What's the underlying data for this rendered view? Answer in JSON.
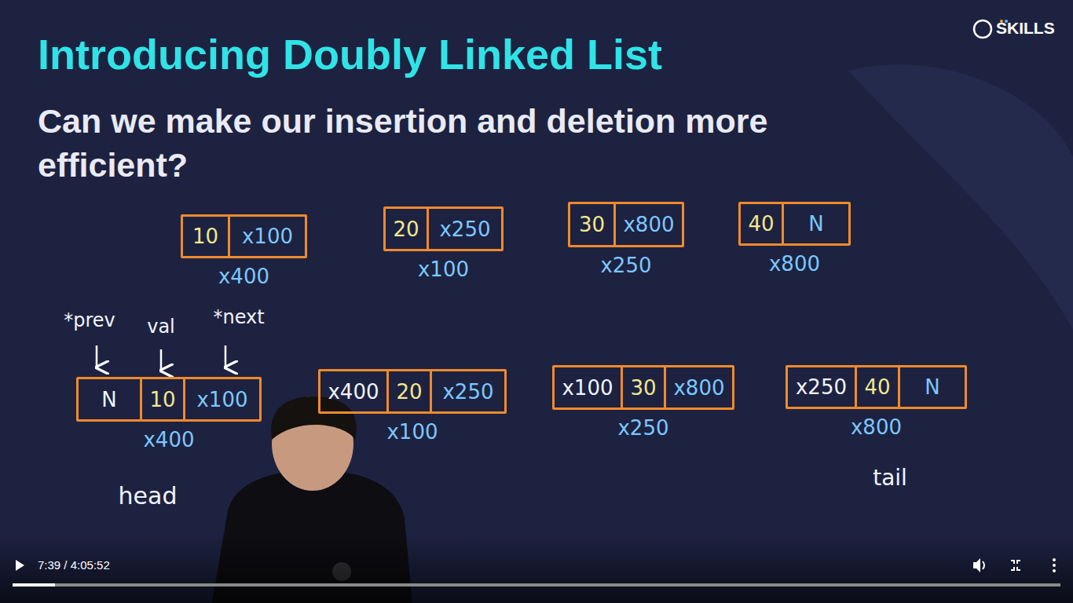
{
  "diagram": {
    "title": "Introducing Doubly Linked List",
    "nodes": [
      {
        "text": [
          "10",
          "x100",
          "x400"
        ]
      },
      {
        "text": [
          "20",
          "x250",
          "x100"
        ]
      },
      {
        "text": [
          "30",
          "x800",
          "x250"
        ]
      },
      {
        "text": [
          "40",
          "N",
          "x800"
        ]
      },
      {
        "text": [
          "N",
          "10",
          "x100",
          "x400"
        ]
      },
      {
        "text": [
          "x400",
          "20",
          "x250",
          "x100"
        ]
      },
      {
        "text": [
          "x100",
          "30",
          "x800",
          "x250"
        ]
      },
      {
        "text": [
          "x250",
          "40",
          "N",
          "x800"
        ]
      }
    ],
    "labels": [
      "Can we make our insertion and deletion more efficient?",
      "SKILLS",
      "*prev",
      "val",
      "*next",
      "head",
      "tail",
      "7:39 / 4:05:52"
    ]
  }
}
